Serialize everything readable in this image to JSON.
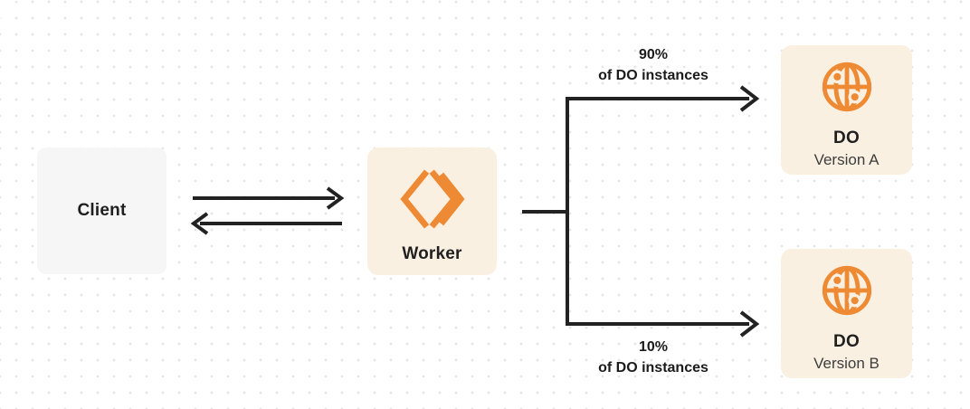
{
  "diagram": {
    "nodes": {
      "client": {
        "label": "Client"
      },
      "worker": {
        "label": "Worker"
      },
      "do_version_a": {
        "title": "DO",
        "subtitle": "Version A"
      },
      "do_version_b": {
        "title": "DO",
        "subtitle": "Version B"
      }
    },
    "edge_labels": {
      "top": {
        "line1": "90%",
        "line2": "of DO instances"
      },
      "bottom": {
        "line1": "10%",
        "line2": "of DO instances"
      }
    },
    "icons": {
      "worker": "workers-chevrons-icon",
      "do_a": "globe-icon",
      "do_b": "globe-icon"
    }
  },
  "colors": {
    "orange": "#ED8A33",
    "cream": "#FAF0E2",
    "client_gray": "#F6F6F7",
    "edge": "#222222",
    "text_dark": "#1F1F1F",
    "text_subtle": "#3D3D3D",
    "dot_grid": "#E5E5E5",
    "background": "#FFFFFF"
  }
}
